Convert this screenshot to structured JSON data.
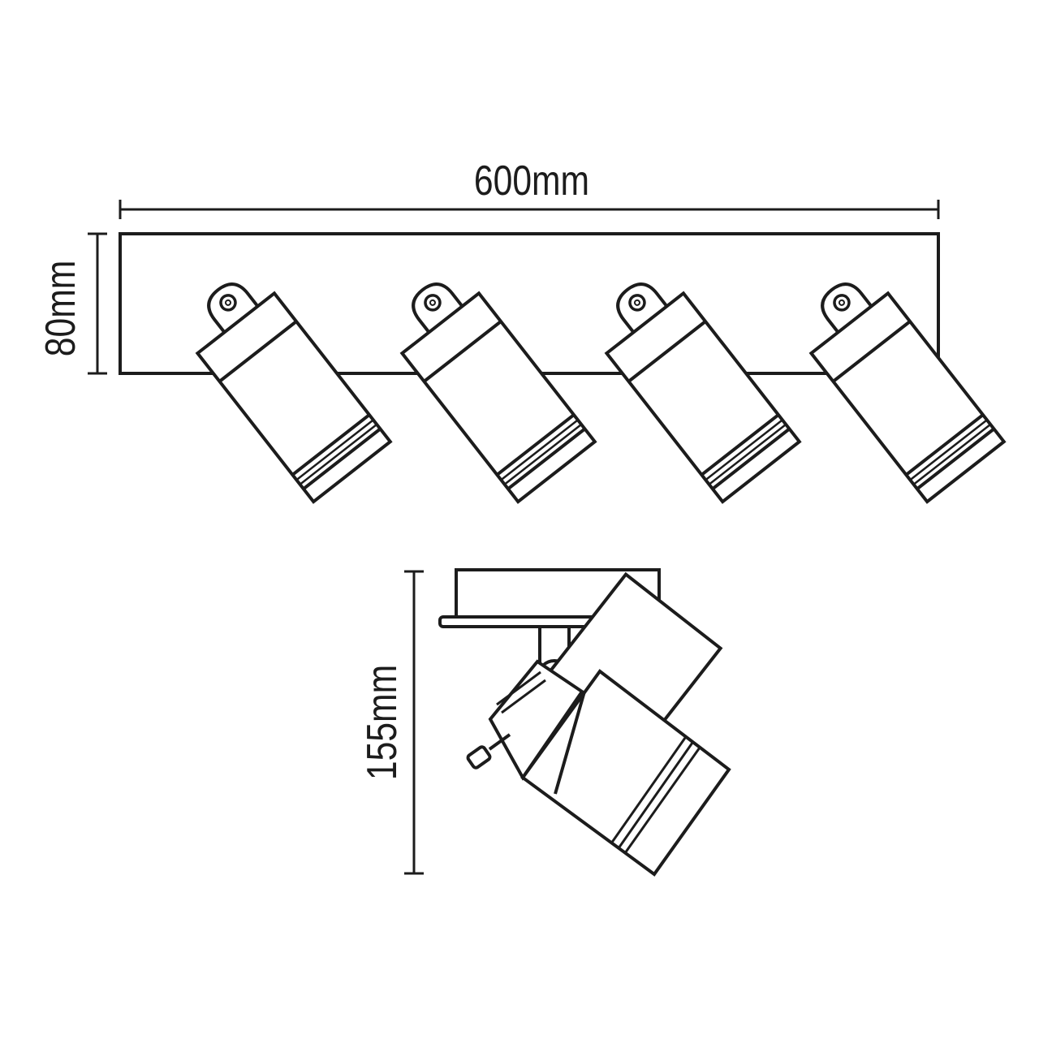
{
  "colors": {
    "ink": "#1c1c1c",
    "background": "#ffffff"
  },
  "dimensions": {
    "length": "600mm",
    "depth": "80mm",
    "height": "155mm"
  },
  "spot_count": 4
}
